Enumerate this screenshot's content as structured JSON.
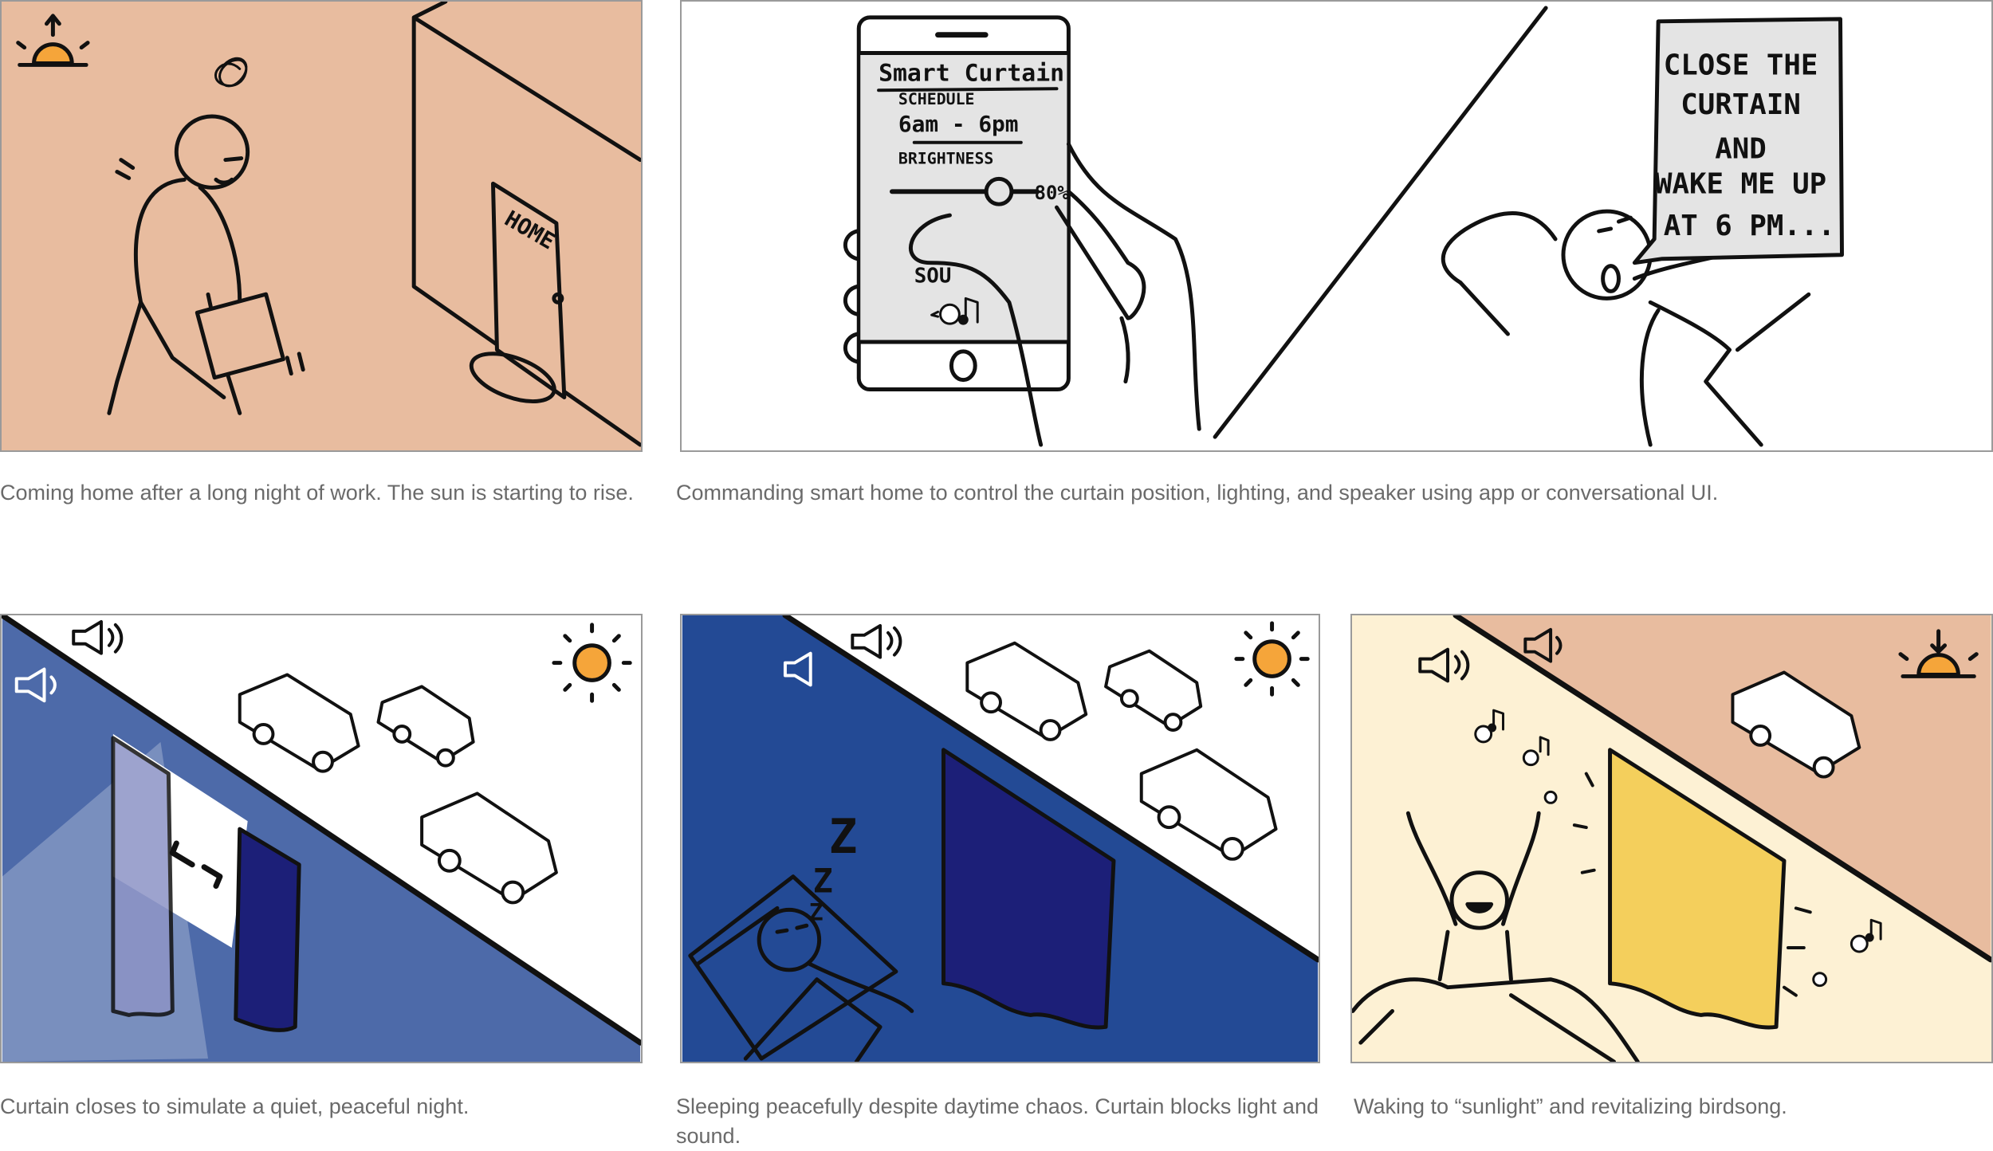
{
  "colors": {
    "peach": "#e8bc9f",
    "night_blue": "#4d6aa9",
    "deep_blue": "#234a95",
    "cream": "#fdf1d4",
    "curtain_navy": "#1c1f78",
    "curtain_yellow": "#f4cf5c",
    "sun": "#f5a53a",
    "caption_text": "#6a6a6a"
  },
  "panels": [
    {
      "id": "coming-home",
      "door_sign": "HOME",
      "caption": "Coming home after a long night of work. The sun is starting to rise."
    },
    {
      "id": "commanding",
      "phone": {
        "title": "Smart Curtain",
        "schedule_label": "SCHEDULE",
        "schedule_value": "6am - 6pm",
        "brightness_label": "BRIGHTNESS",
        "brightness_value": "80%",
        "brightness_level": 80,
        "sound_label": "SOU"
      },
      "speech_bubble": [
        "CLOSE THE",
        "CURTAIN",
        "AND",
        "WAKE ME UP",
        "AT 6 PM..."
      ],
      "caption": "Commanding smart home to control the curtain position, lighting, and speaker using app or conversational UI."
    },
    {
      "id": "curtain-closes",
      "caption": "Curtain closes to simulate a quiet, peaceful night."
    },
    {
      "id": "sleeping",
      "sleep_letters": [
        "Z",
        "Z",
        "Z"
      ],
      "caption": "Sleeping peacefully despite daytime chaos. Curtain blocks light and sound."
    },
    {
      "id": "waking",
      "caption": "Waking to “sunlight” and revitalizing birdsong."
    }
  ]
}
